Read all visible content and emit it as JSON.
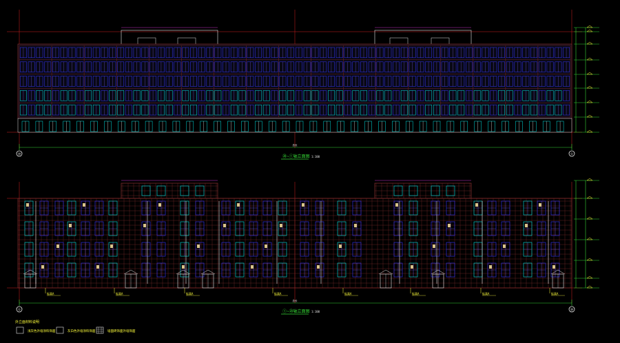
{
  "drawing": {
    "background": "#000000",
    "colors": {
      "grid_red": "#d81e1e",
      "wall": "#7a2b2b",
      "window_blue": "#3535ff",
      "window_cyan": "#00e6e6",
      "window_white": "#e8e8e8",
      "accent_purple": "#8a6bff",
      "dim_green": "#34d534",
      "yellow": "#ffff3c",
      "magenta": "#ff40ff",
      "warm_light": "#d8c48a"
    },
    "elevations": [
      {
        "id": "upper",
        "title": "⑳~①轴立面图",
        "scale": "1:100",
        "dim_label": "总长",
        "axis_left": "⑳",
        "axis_right": "①"
      },
      {
        "id": "lower",
        "title": "①~⑳轴立面图",
        "scale": "1:100",
        "dim_label": "总长",
        "axis_left": "①",
        "axis_right": "⑳",
        "callouts": [
          "标高A",
          "标高A",
          "标高A",
          "标高A",
          "标高A",
          "标高A",
          "标高A",
          "标高A"
        ]
      }
    ],
    "legend": {
      "title": "外立面材料说明",
      "items": [
        {
          "label": "浅灰色外墙涂料饰面",
          "swatch": "plain"
        },
        {
          "label": "灰白色外墙涂料饰面",
          "swatch": "plain"
        },
        {
          "label": "墙面砖饰面外墙饰面",
          "swatch": "hatched"
        }
      ]
    }
  }
}
